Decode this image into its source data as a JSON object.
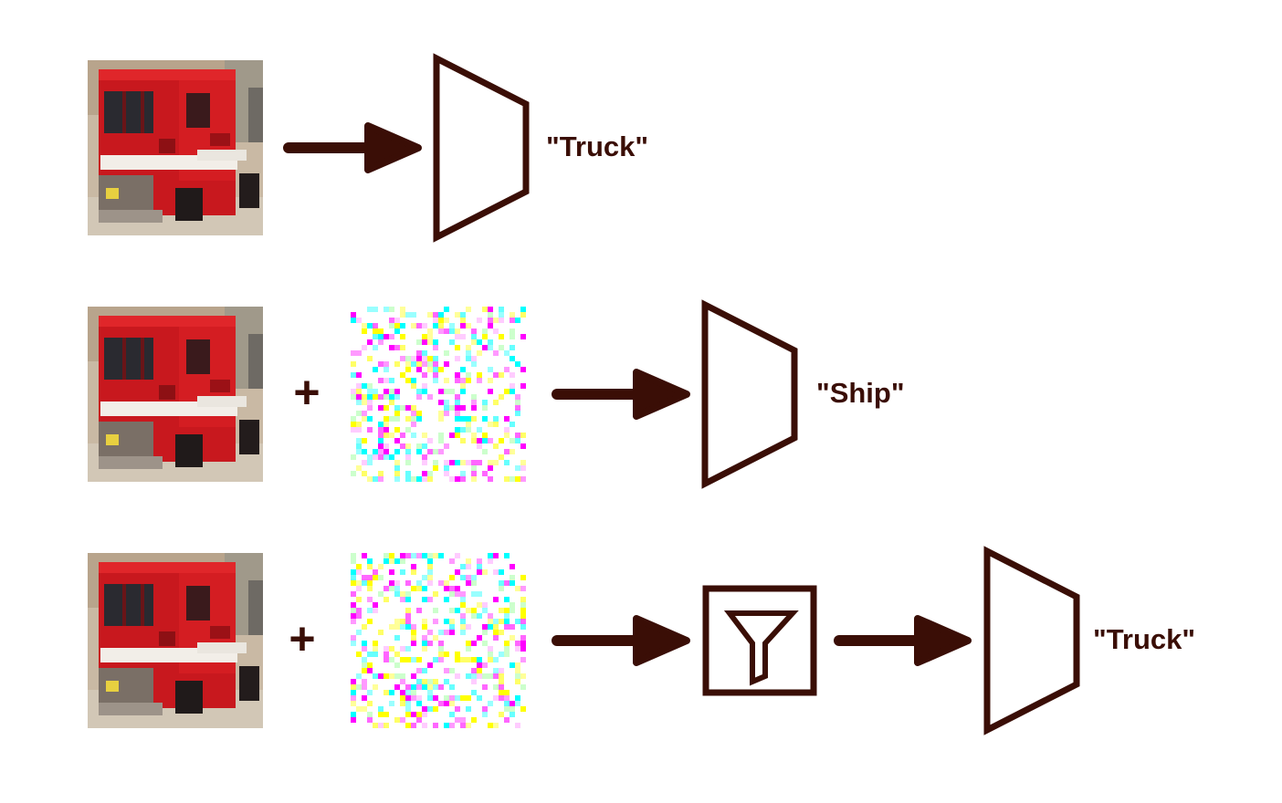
{
  "colors": {
    "ink": "#3a0e06",
    "background": "#ffffff",
    "truck_red": "#d81c20",
    "noise_palette": [
      "#ff66ff",
      "#ffff66",
      "#66ffff",
      "#ff99ff",
      "#ffccff",
      "#ffff99",
      "#99ffff",
      "#ffffff",
      "#ff00ff",
      "#00ffff",
      "#ffff00",
      "#ccffcc"
    ]
  },
  "rows": [
    {
      "id": "clean",
      "input_image": "fire-truck-image",
      "has_noise": false,
      "has_filter": false,
      "prediction": "\"Truck\""
    },
    {
      "id": "adversarial",
      "input_image": "fire-truck-image",
      "has_noise": true,
      "operator": "+",
      "has_filter": false,
      "prediction": "\"Ship\""
    },
    {
      "id": "filtered",
      "input_image": "fire-truck-image",
      "has_noise": true,
      "operator": "+",
      "has_filter": true,
      "filter_icon": "funnel-filter-icon",
      "prediction": "\"Truck\""
    }
  ]
}
